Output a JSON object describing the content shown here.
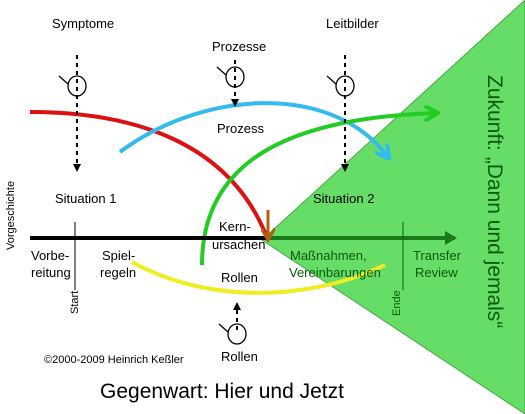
{
  "labels": {
    "symptome": "Symptome",
    "prozesse_top": "Prozesse",
    "leitbilder": "Leitbilder",
    "prozess": "Prozess",
    "situation1": "Situation 1",
    "situation2": "Situation 2",
    "vorgeschichte": "Vorgeschichte",
    "kern_l1": "Kern-",
    "kern_l2": "ursachen",
    "vorbe_l1": "Vorbe-",
    "vorbe_l2": "reitung",
    "spiel_l1": "Spiel-",
    "spiel_l2": "regeln",
    "rollen_mid": "Rollen",
    "massnahmen_l1": "Maßnahmen,",
    "massnahmen_l2": "Vereinbarungen",
    "transfer_l1": "Transfer",
    "transfer_l2": "Review",
    "start": "Start",
    "ende": "Ende",
    "rollen_bottom": "Rollen",
    "copyright": "©2000-2009 Heinrich Keßler",
    "gegenwart": "Gegenwart: Hier und Jetzt",
    "zukunft": "Zukunft: „Dann und jemals“"
  },
  "colors": {
    "future_fill": "#66dd66",
    "red_arc": "#dd1111",
    "blue_arc": "#33bbee",
    "green_arc": "#22cc22",
    "yellow_arc": "#eeee22",
    "brown_arrow": "#b06010",
    "timeline": "#000000"
  },
  "icons": [
    "eye-icon",
    "eye-icon",
    "eye-icon",
    "eye-icon"
  ]
}
